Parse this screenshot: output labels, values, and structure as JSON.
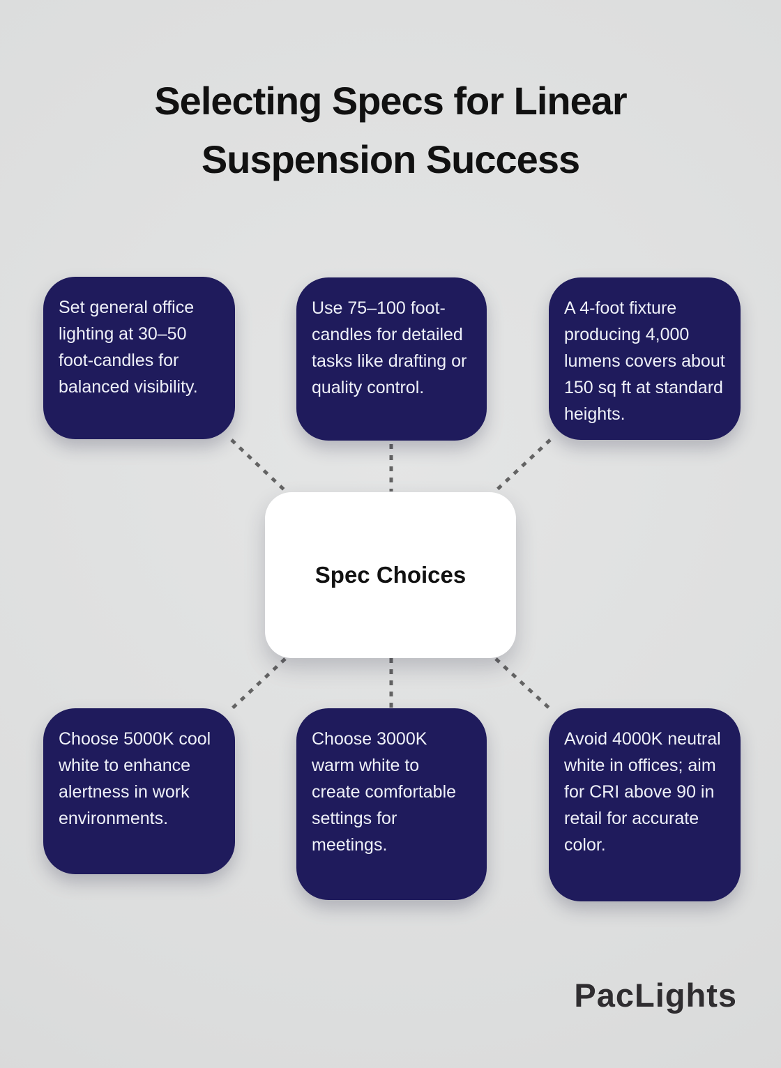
{
  "title": {
    "line1": "Selecting Specs for Linear",
    "line2": "Suspension Success"
  },
  "center_node": {
    "label": "Spec Choices"
  },
  "cards": [
    {
      "text": "Set general office lighting at 30–50 foot-candles for balanced visibility."
    },
    {
      "text": "Use 75–100 foot-candles for detailed tasks like drafting or quality control."
    },
    {
      "text": "A 4-foot fixture producing 4,000 lumens covers about 150 sq ft at standard heights."
    },
    {
      "text": "Choose 5000K cool white to enhance alertness in work environments."
    },
    {
      "text": "Choose 3000K warm white to create comfortable settings for meetings."
    },
    {
      "text": "Avoid 4000K neutral white in offices; aim for CRI above 90 in retail for accurate color."
    }
  ],
  "logo": {
    "text": "PacLights"
  },
  "colors": {
    "background": "#dcdddd",
    "card_background": "#1f1b5c",
    "card_text": "#eef0f8",
    "title_text": "#111111",
    "center_background": "#ffffff",
    "center_text": "#111111",
    "connector": "#636363",
    "logo_text": "#2f2d30"
  }
}
